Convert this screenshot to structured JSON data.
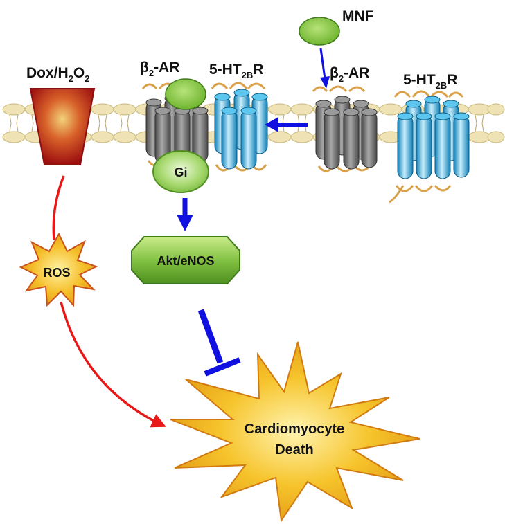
{
  "labels": {
    "dox": "Dox/H",
    "dox_sub1": "2",
    "dox_mid": "O",
    "dox_sub2": "2",
    "beta_left": "β",
    "beta_left_sub": "2",
    "beta_left_rest": "-AR",
    "ht_left": "5-HT",
    "ht_left_sub": "2B",
    "ht_left_rest": "R",
    "beta_right": "β",
    "beta_right_sub": "2",
    "beta_right_rest": "-AR",
    "ht_right": "5-HT",
    "ht_right_sub": "2B",
    "ht_right_rest": "R",
    "mnf": "MNF",
    "gi": "Gi",
    "akt": "Akt/eNOS",
    "ros": "ROS",
    "death_line1": "Cardiomyocyte",
    "death_line2": "Death"
  },
  "colors": {
    "gray_helix": "#707070",
    "blue_helix": "#1aa7dc",
    "loop": "#d9a24a",
    "ligand_green": "#86c440",
    "blue_arrow": "#1010e0",
    "red_arrow": "#e81818",
    "star_yellow": "#f3b51f",
    "membrane": "#efe2b4"
  }
}
